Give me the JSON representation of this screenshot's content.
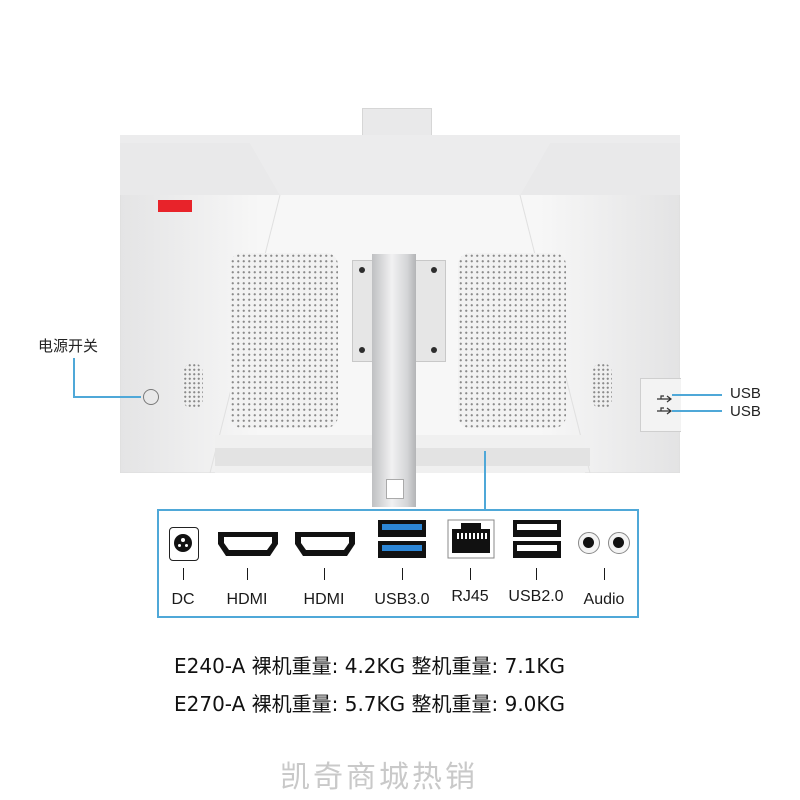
{
  "callouts": {
    "power_switch": "电源开关",
    "usb_top": "USB",
    "usb_bottom": "USB"
  },
  "ports": [
    {
      "label": "DC",
      "icon": "dc-power-jack-icon"
    },
    {
      "label": "HDMI",
      "icon": "hdmi-port-icon"
    },
    {
      "label": "HDMI",
      "icon": "hdmi-port-icon"
    },
    {
      "label": "USB3.0",
      "icon": "usb3-port-icon"
    },
    {
      "label": "RJ45",
      "icon": "rj45-port-icon"
    },
    {
      "label": "USB2.0",
      "icon": "usb2-port-icon"
    },
    {
      "label": "Audio",
      "icon": "audio-jack-icon"
    }
  ],
  "specs": [
    "E240-A 裸机重量: 4.2KG  整机重量: 7.1KG",
    "E270-A 裸机重量: 5.7KG  整机重量: 9.0KG"
  ],
  "watermark": "凯奇商城热销",
  "colors": {
    "accent": "#4fa8d8",
    "badge": "#e8232a",
    "usb3_blue": "#2c86d6"
  }
}
